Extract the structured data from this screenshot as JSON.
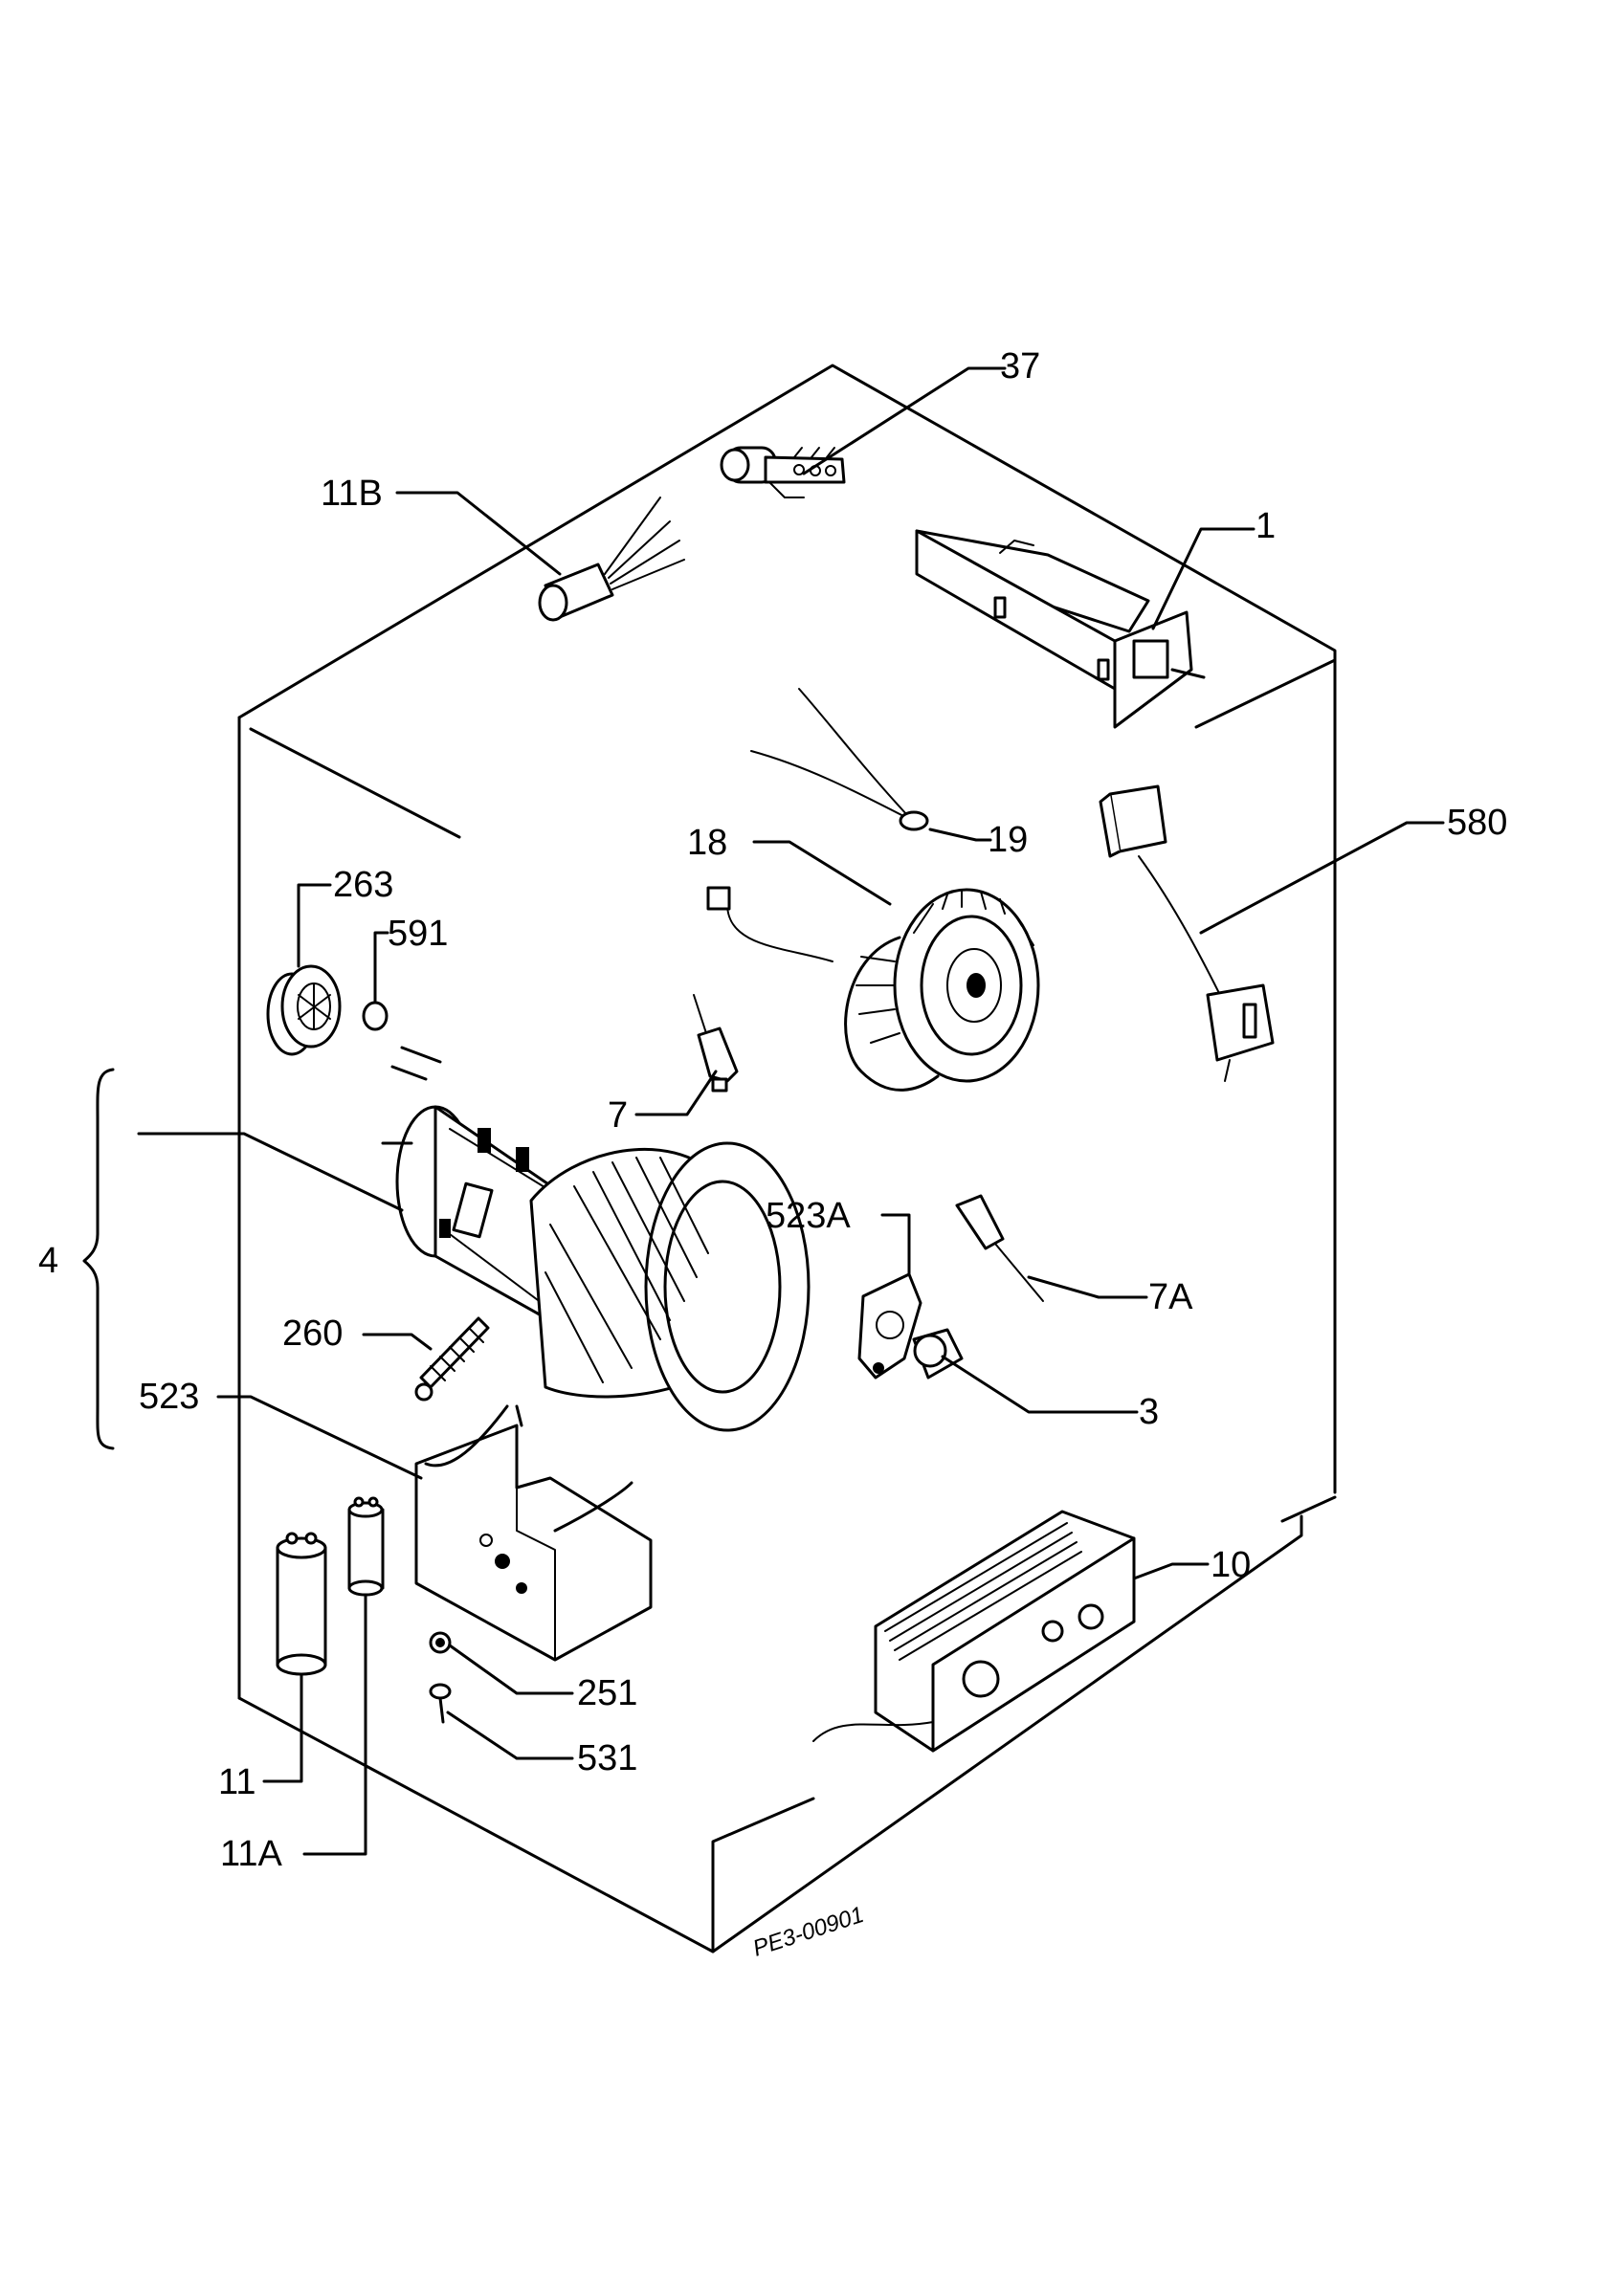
{
  "labels": {
    "p37": "37",
    "p11b": "11B",
    "p1": "1",
    "p19": "19",
    "p18": "18",
    "p580": "580",
    "p263": "263",
    "p591": "591",
    "p7": "7",
    "p4": "4",
    "p523a": "523A",
    "p7a": "7A",
    "p260": "260",
    "p3": "3",
    "p523": "523",
    "p10": "10",
    "p251": "251",
    "p531": "531",
    "p11": "11",
    "p11a": "11A"
  },
  "drawing_code": "PE3-00901"
}
